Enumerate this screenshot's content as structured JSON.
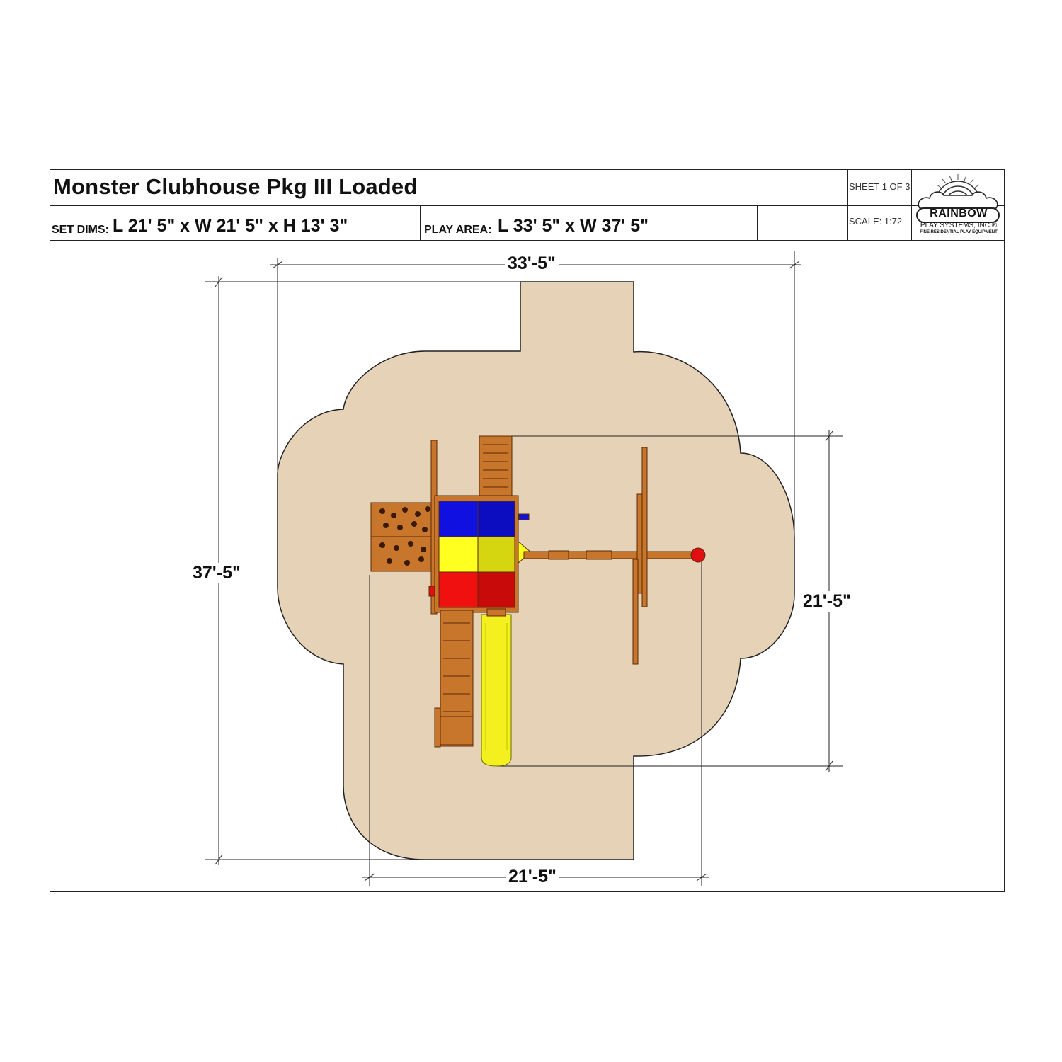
{
  "title": "Monster Clubhouse Pkg III Loaded",
  "sheet": "SHEET 1 OF 3",
  "scale": "SCALE: 1:72",
  "set_dims": {
    "label": "SET DIMS:",
    "value": "L 21' 5\" x W 21' 5\" x H 13' 3\""
  },
  "play_area": {
    "label": "PLAY AREA:",
    "value": "L 33' 5\" x W 37' 5\""
  },
  "logo": {
    "word": "RAINBOW",
    "sub": "PLAY SYSTEMS, INC.®",
    "tagline": "FINE RESIDENTIAL PLAY EQUIPMENT"
  },
  "dimensions": {
    "play_width": "33'-5\"",
    "play_length": "37'-5\"",
    "set_width": "21'-5\"",
    "set_length": "21'-5\""
  },
  "colors": {
    "play_area_fill": "#e6d2b7",
    "wood": "#c8762c",
    "wood_dark": "#8a4a14",
    "roof_blue": "#1010e0",
    "roof_yellow": "#ffff20",
    "roof_red": "#f01010",
    "slide_yellow": "#f4f020"
  }
}
